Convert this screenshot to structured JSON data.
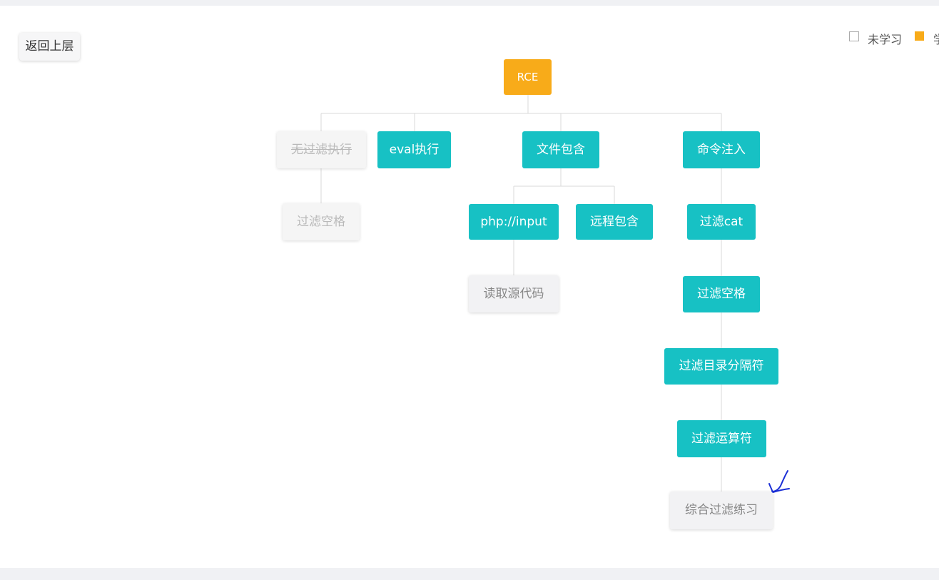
{
  "back_button": {
    "label": "返回上层"
  },
  "legend": {
    "unlearned_label": "未学习",
    "current_label": "学",
    "unlearned_color": "#ffffff",
    "current_color": "#f8ab19"
  },
  "colors": {
    "node_learned": "#17c1c4",
    "node_root": "#f8ab19",
    "node_unlearned": "#f2f2f4",
    "connector": "#d9d9d9",
    "annotation": "#1b2fd6"
  },
  "tree": {
    "root": {
      "label": "RCE",
      "status": "current"
    },
    "branch1": {
      "label": "无过滤执行",
      "status": "disabled"
    },
    "branch1_child": {
      "label": "过滤空格",
      "status": "disabled"
    },
    "branch2": {
      "label": "eval执行",
      "status": "learned"
    },
    "branch3": {
      "label": "文件包含",
      "status": "learned"
    },
    "branch3_child1": {
      "label": "php://input",
      "status": "learned"
    },
    "branch3_child1_child": {
      "label": "读取源代码",
      "status": "unlearned"
    },
    "branch3_child2": {
      "label": "远程包含",
      "status": "learned"
    },
    "branch4": {
      "label": "命令注入",
      "status": "learned"
    },
    "branch4_c1": {
      "label": "过滤cat",
      "status": "learned"
    },
    "branch4_c2": {
      "label": "过滤空格",
      "status": "learned"
    },
    "branch4_c3": {
      "label": "过滤目录分隔符",
      "status": "learned"
    },
    "branch4_c4": {
      "label": "过滤运算符",
      "status": "learned"
    },
    "branch4_c5": {
      "label": "综合过滤练习",
      "status": "unlearned"
    }
  },
  "annotation": {
    "icon": "checkmark-scribble-icon"
  }
}
